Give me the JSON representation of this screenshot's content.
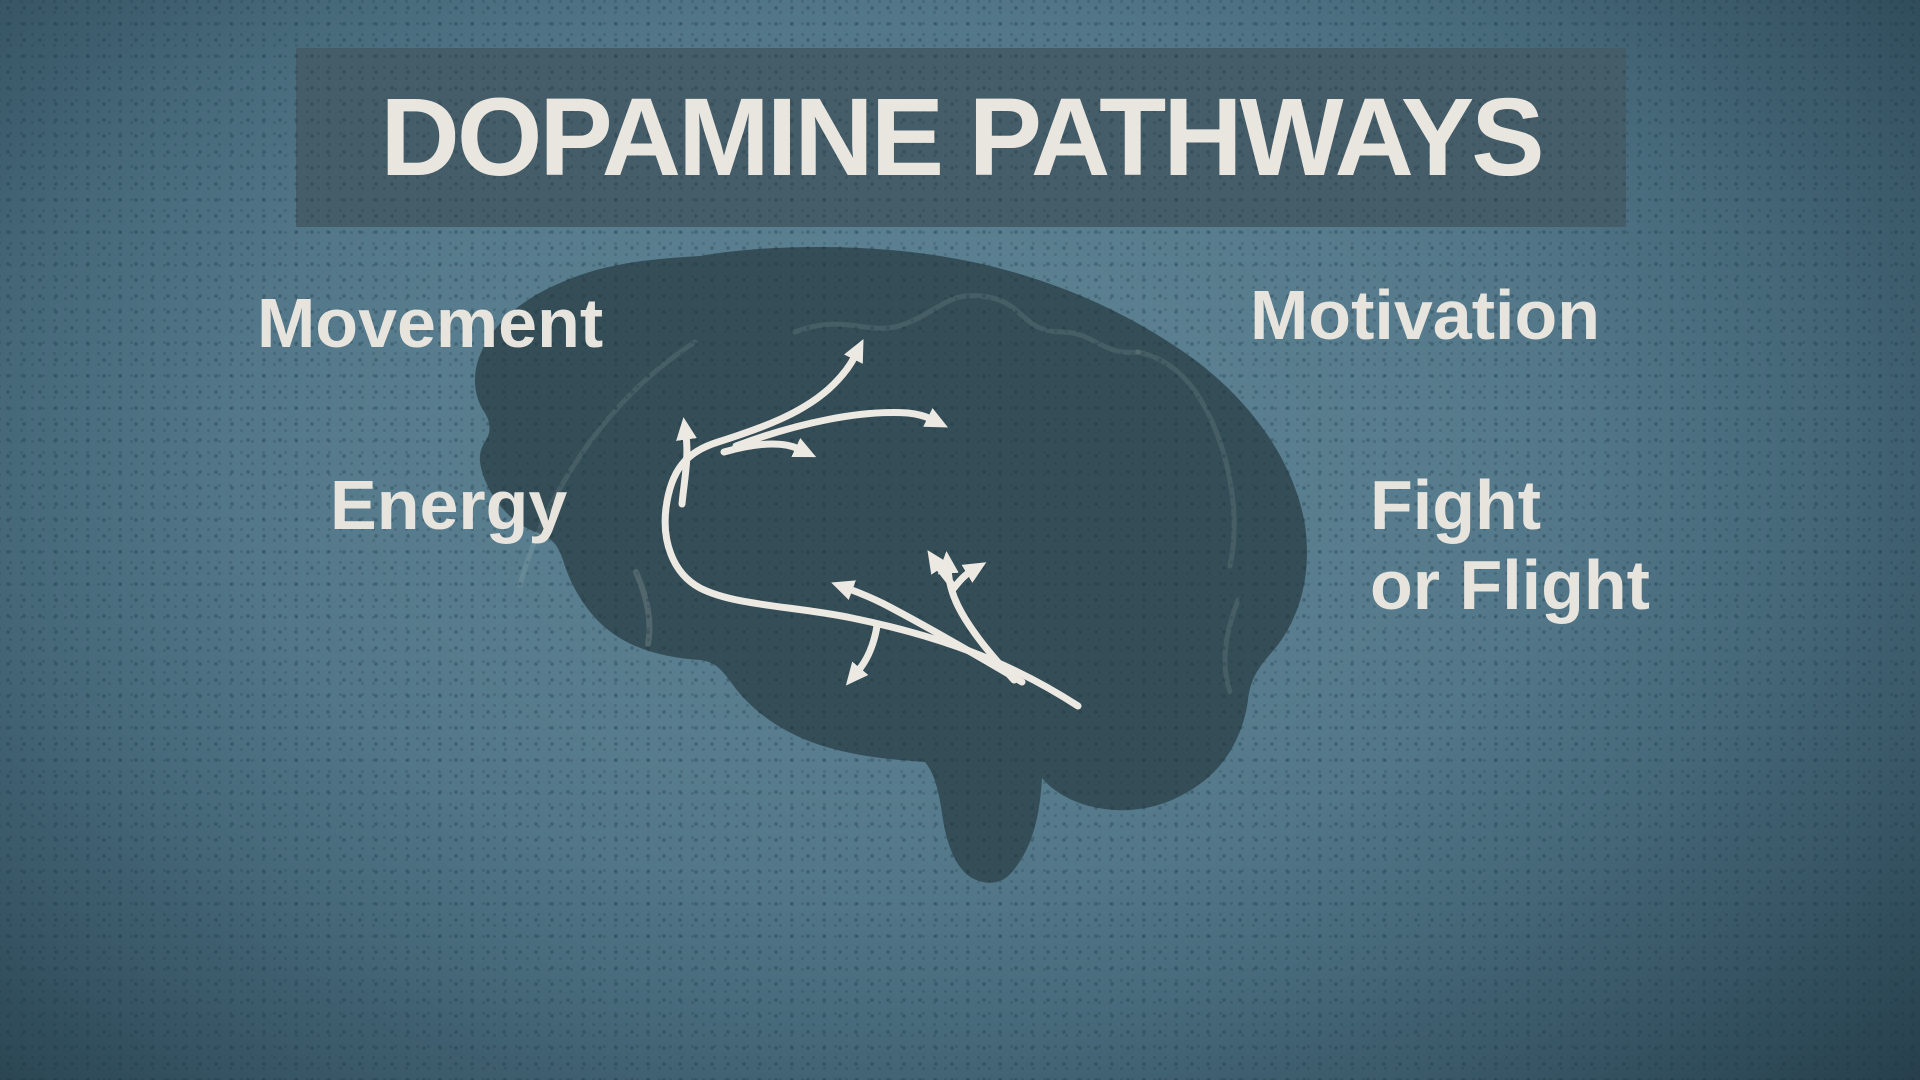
{
  "title": "DOPAMINE PATHWAYS",
  "labels": {
    "movement": "Movement",
    "motivation": "Motivation",
    "energy": "Energy",
    "fight_line1": "Fight",
    "fight_line2": "or Flight"
  },
  "diagram": {
    "subject": "brain silhouette, side view facing left, with white dopamine pathway arrows",
    "pathways": [
      {
        "name": "big-swoosh-curve",
        "description": "long curve from brainstem sweeping left then hooking up, ending in upward arrow near top of brain"
      },
      {
        "name": "frontal-up-arrow",
        "description": "branch pointing straight up at front of brain"
      },
      {
        "name": "short-right-arrow",
        "description": "short branch curving right toward center"
      },
      {
        "name": "long-right-arrow",
        "description": "long branch arcing right toward back of brain"
      },
      {
        "name": "left-arrow",
        "description": "arrow from midbrain pointing left"
      },
      {
        "name": "down-arrow",
        "description": "small arrow curving down toward brainstem"
      },
      {
        "name": "branch-tree",
        "description": "small three-tip branching arrows (up-left, up, right) above midbrain"
      }
    ]
  },
  "colors": {
    "background_center": "#5e8494",
    "background_edge": "#35515f",
    "banner": "#455d68",
    "brain_fill": "#344d57",
    "text": "#e7e4de",
    "arrow": "#ece8e2"
  }
}
